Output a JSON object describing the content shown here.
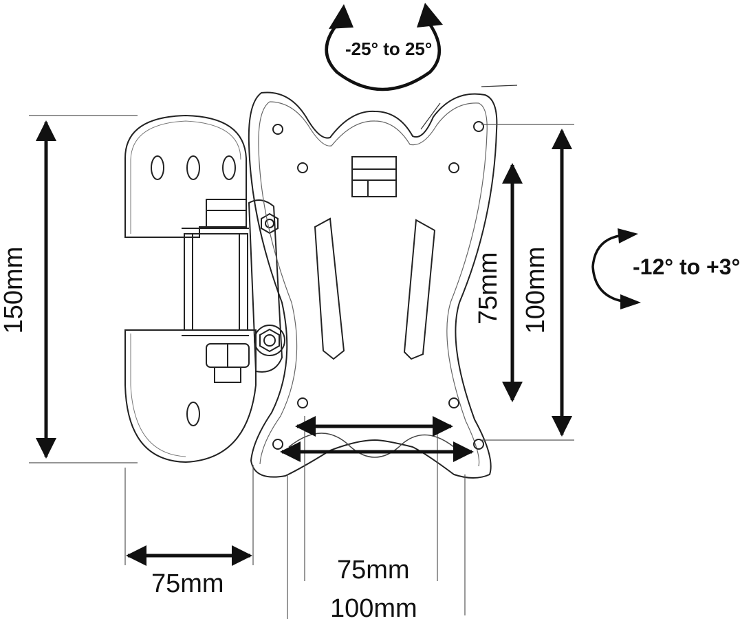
{
  "rotation": {
    "swivel": "-25° to 25°",
    "tilt": "-12° to +3°"
  },
  "dimensions": {
    "arm_height": "150mm",
    "arm_width": "75mm",
    "vesa_h_inner": "75mm",
    "vesa_h_outer": "100mm",
    "vesa_v_inner": "75mm",
    "vesa_v_outer": "100mm"
  },
  "colors": {
    "line": "#111111",
    "thin": "#555555"
  }
}
